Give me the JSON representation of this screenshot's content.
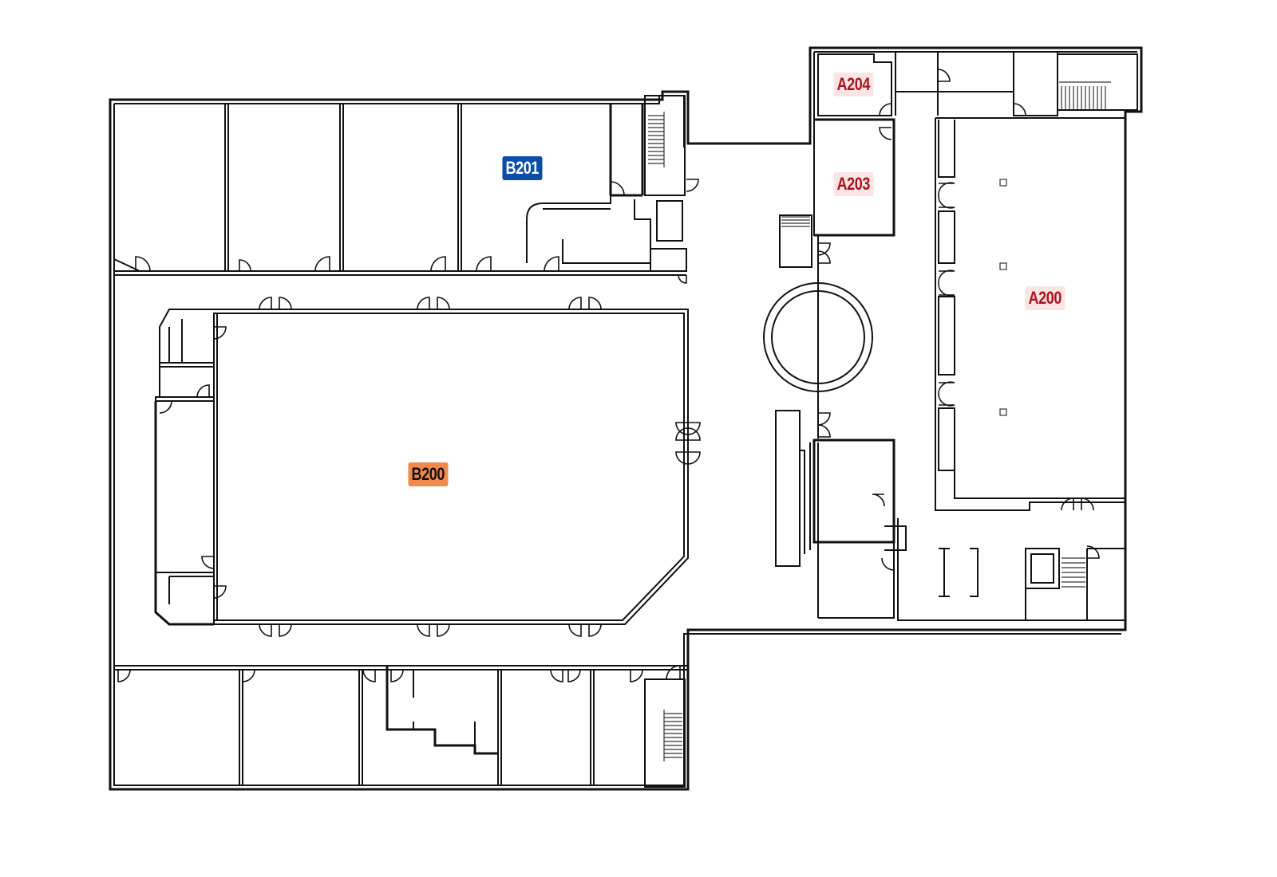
{
  "rooms": {
    "b201": {
      "label": "B201",
      "bg": "#0a4ea8",
      "fg": "#ffffff"
    },
    "b200": {
      "label": "B200",
      "bg": "#f28a4f",
      "fg": "#111111"
    },
    "a204": {
      "label": "A204",
      "bg": "#fbe4e4",
      "fg": "#a8141e"
    },
    "a203": {
      "label": "A203",
      "bg": "#fbe4e4",
      "fg": "#a8141e"
    },
    "a200": {
      "label": "A200",
      "bg": "#fbe4e4",
      "fg": "#a8141e"
    }
  }
}
